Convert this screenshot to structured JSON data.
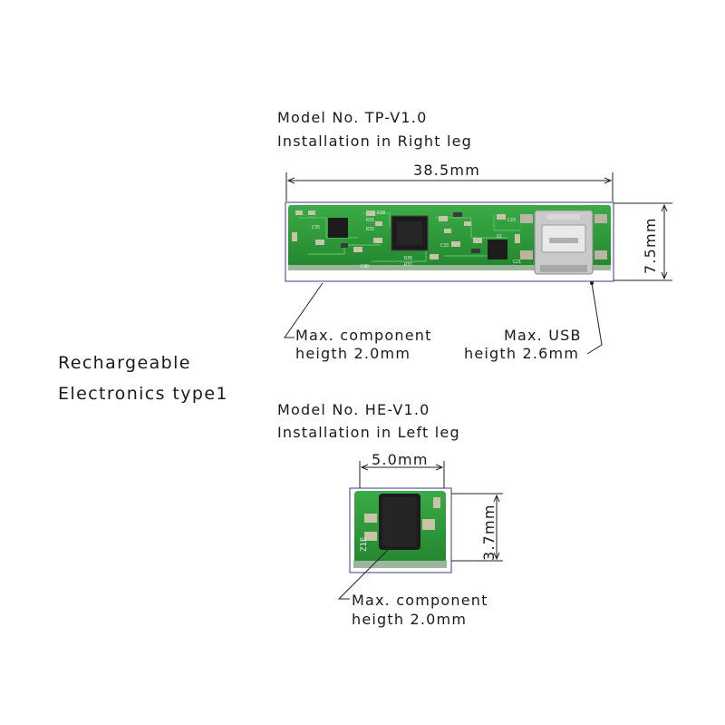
{
  "title": {
    "line1": "Rechargeable",
    "line2": "Electronics type1"
  },
  "board_tp": {
    "model": "Model No. TP-V1.0",
    "installation": "Installation in Right leg",
    "width_label": "38.5mm",
    "height_label": "7.5mm",
    "component_note_line1": "Max. component",
    "component_note_line2": "heigth 2.0mm",
    "usb_note_line1": "Max. USB",
    "usb_note_line2": "heigth 2.6mm",
    "silkscreen": [
      "R30",
      "R31",
      "R32",
      "C35",
      "C23",
      "R36",
      "R37",
      "C33",
      "C4D",
      "U1",
      "C21"
    ]
  },
  "board_he": {
    "model": "Model No. HE-V1.0",
    "installation": "Installation in Left leg",
    "width_label": "5.0mm",
    "height_label": "3.7mm",
    "component_note_line1": "Max. component",
    "component_note_line2": "heigth 2.0mm",
    "silkscreen": "Z1E"
  },
  "colors": {
    "pcb_green": "#2e9a3a",
    "pcb_edge": "#1f7a2c",
    "chip": "#1c1c1c",
    "pad": "#c8c4a8",
    "outline": "#3a3a8a"
  }
}
